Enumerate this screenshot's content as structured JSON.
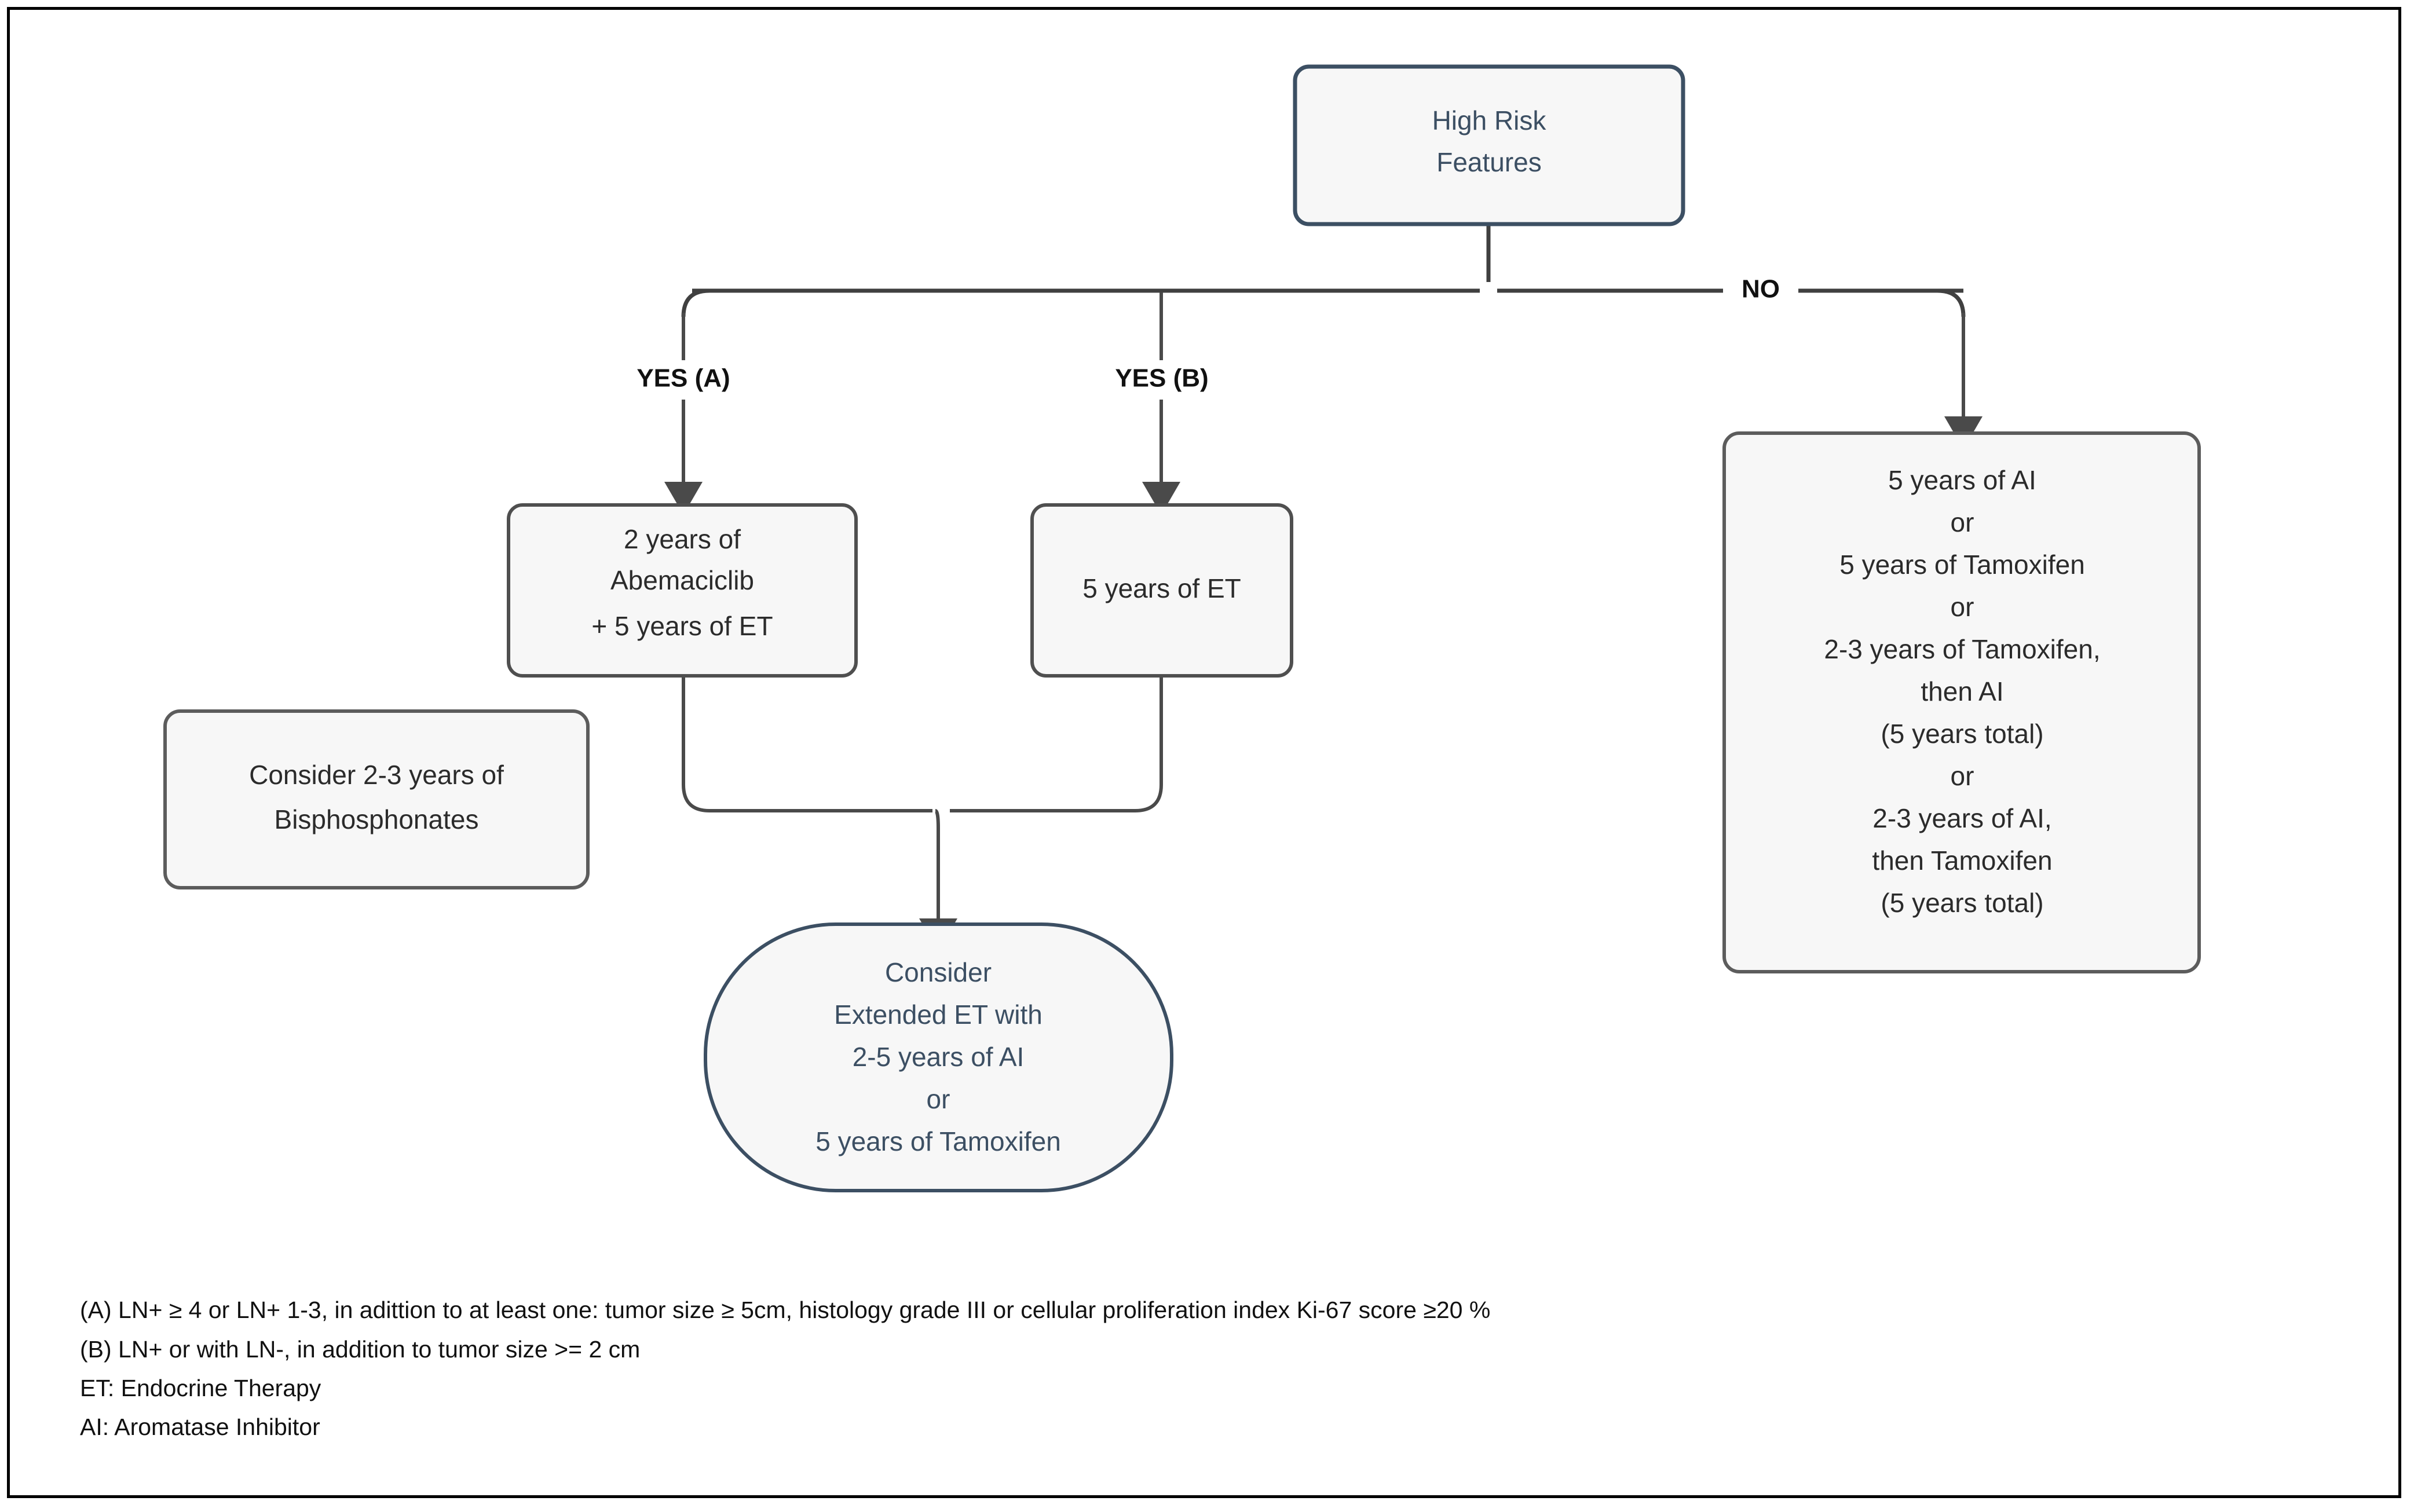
{
  "diagram": {
    "title_node": {
      "id": "high-risk-features",
      "lines": [
        "High Risk",
        "Features"
      ]
    },
    "nodes": [
      {
        "id": "abemaciclib",
        "lines": [
          "2 years of",
          "Abemaciclib",
          "+ 5 years of ET"
        ]
      },
      {
        "id": "five-years-et",
        "lines": [
          "5 years of ET"
        ]
      },
      {
        "id": "bisphosphonates",
        "lines": [
          "Consider 2-3 years of",
          "Bisphosphonates"
        ]
      },
      {
        "id": "no-branch-options",
        "lines": [
          "5 years of AI",
          "or",
          "5 years of Tamoxifen",
          "or",
          "2-3 years of Tamoxifen,",
          "then AI",
          "(5 years total)",
          "or",
          "2-3 years of AI,",
          "then Tamoxifen",
          "(5 years total)"
        ]
      },
      {
        "id": "extended-et",
        "lines": [
          "Consider",
          "Extended ET with",
          "2-5 years of AI",
          "or",
          "5 years of Tamoxifen"
        ]
      }
    ],
    "edge_labels": {
      "yes_a": "YES (A)",
      "yes_b": "YES (B)",
      "no": "NO"
    }
  },
  "footnotes": [
    "(A) LN+ ≥ 4 or LN+ 1-3, in adittion to at least one: tumor size ≥ 5cm, histology grade III or cellular proliferation index Ki-67 score ≥20 %",
    "(B) LN+ or with LN-, in addition to tumor size >= 2 cm",
    "ET: Endocrine Therapy",
    "AI: Aromatase Inhibitor"
  ],
  "colors": {
    "node_border_slate": "#3c4f63",
    "node_border_gray": "#666666",
    "node_fill": "#f7f7f7",
    "edge_stroke": "#4a4a4a",
    "frame_border": "#000000",
    "text_slate": "#3c4f63",
    "text_dark": "#2b2b2b"
  }
}
